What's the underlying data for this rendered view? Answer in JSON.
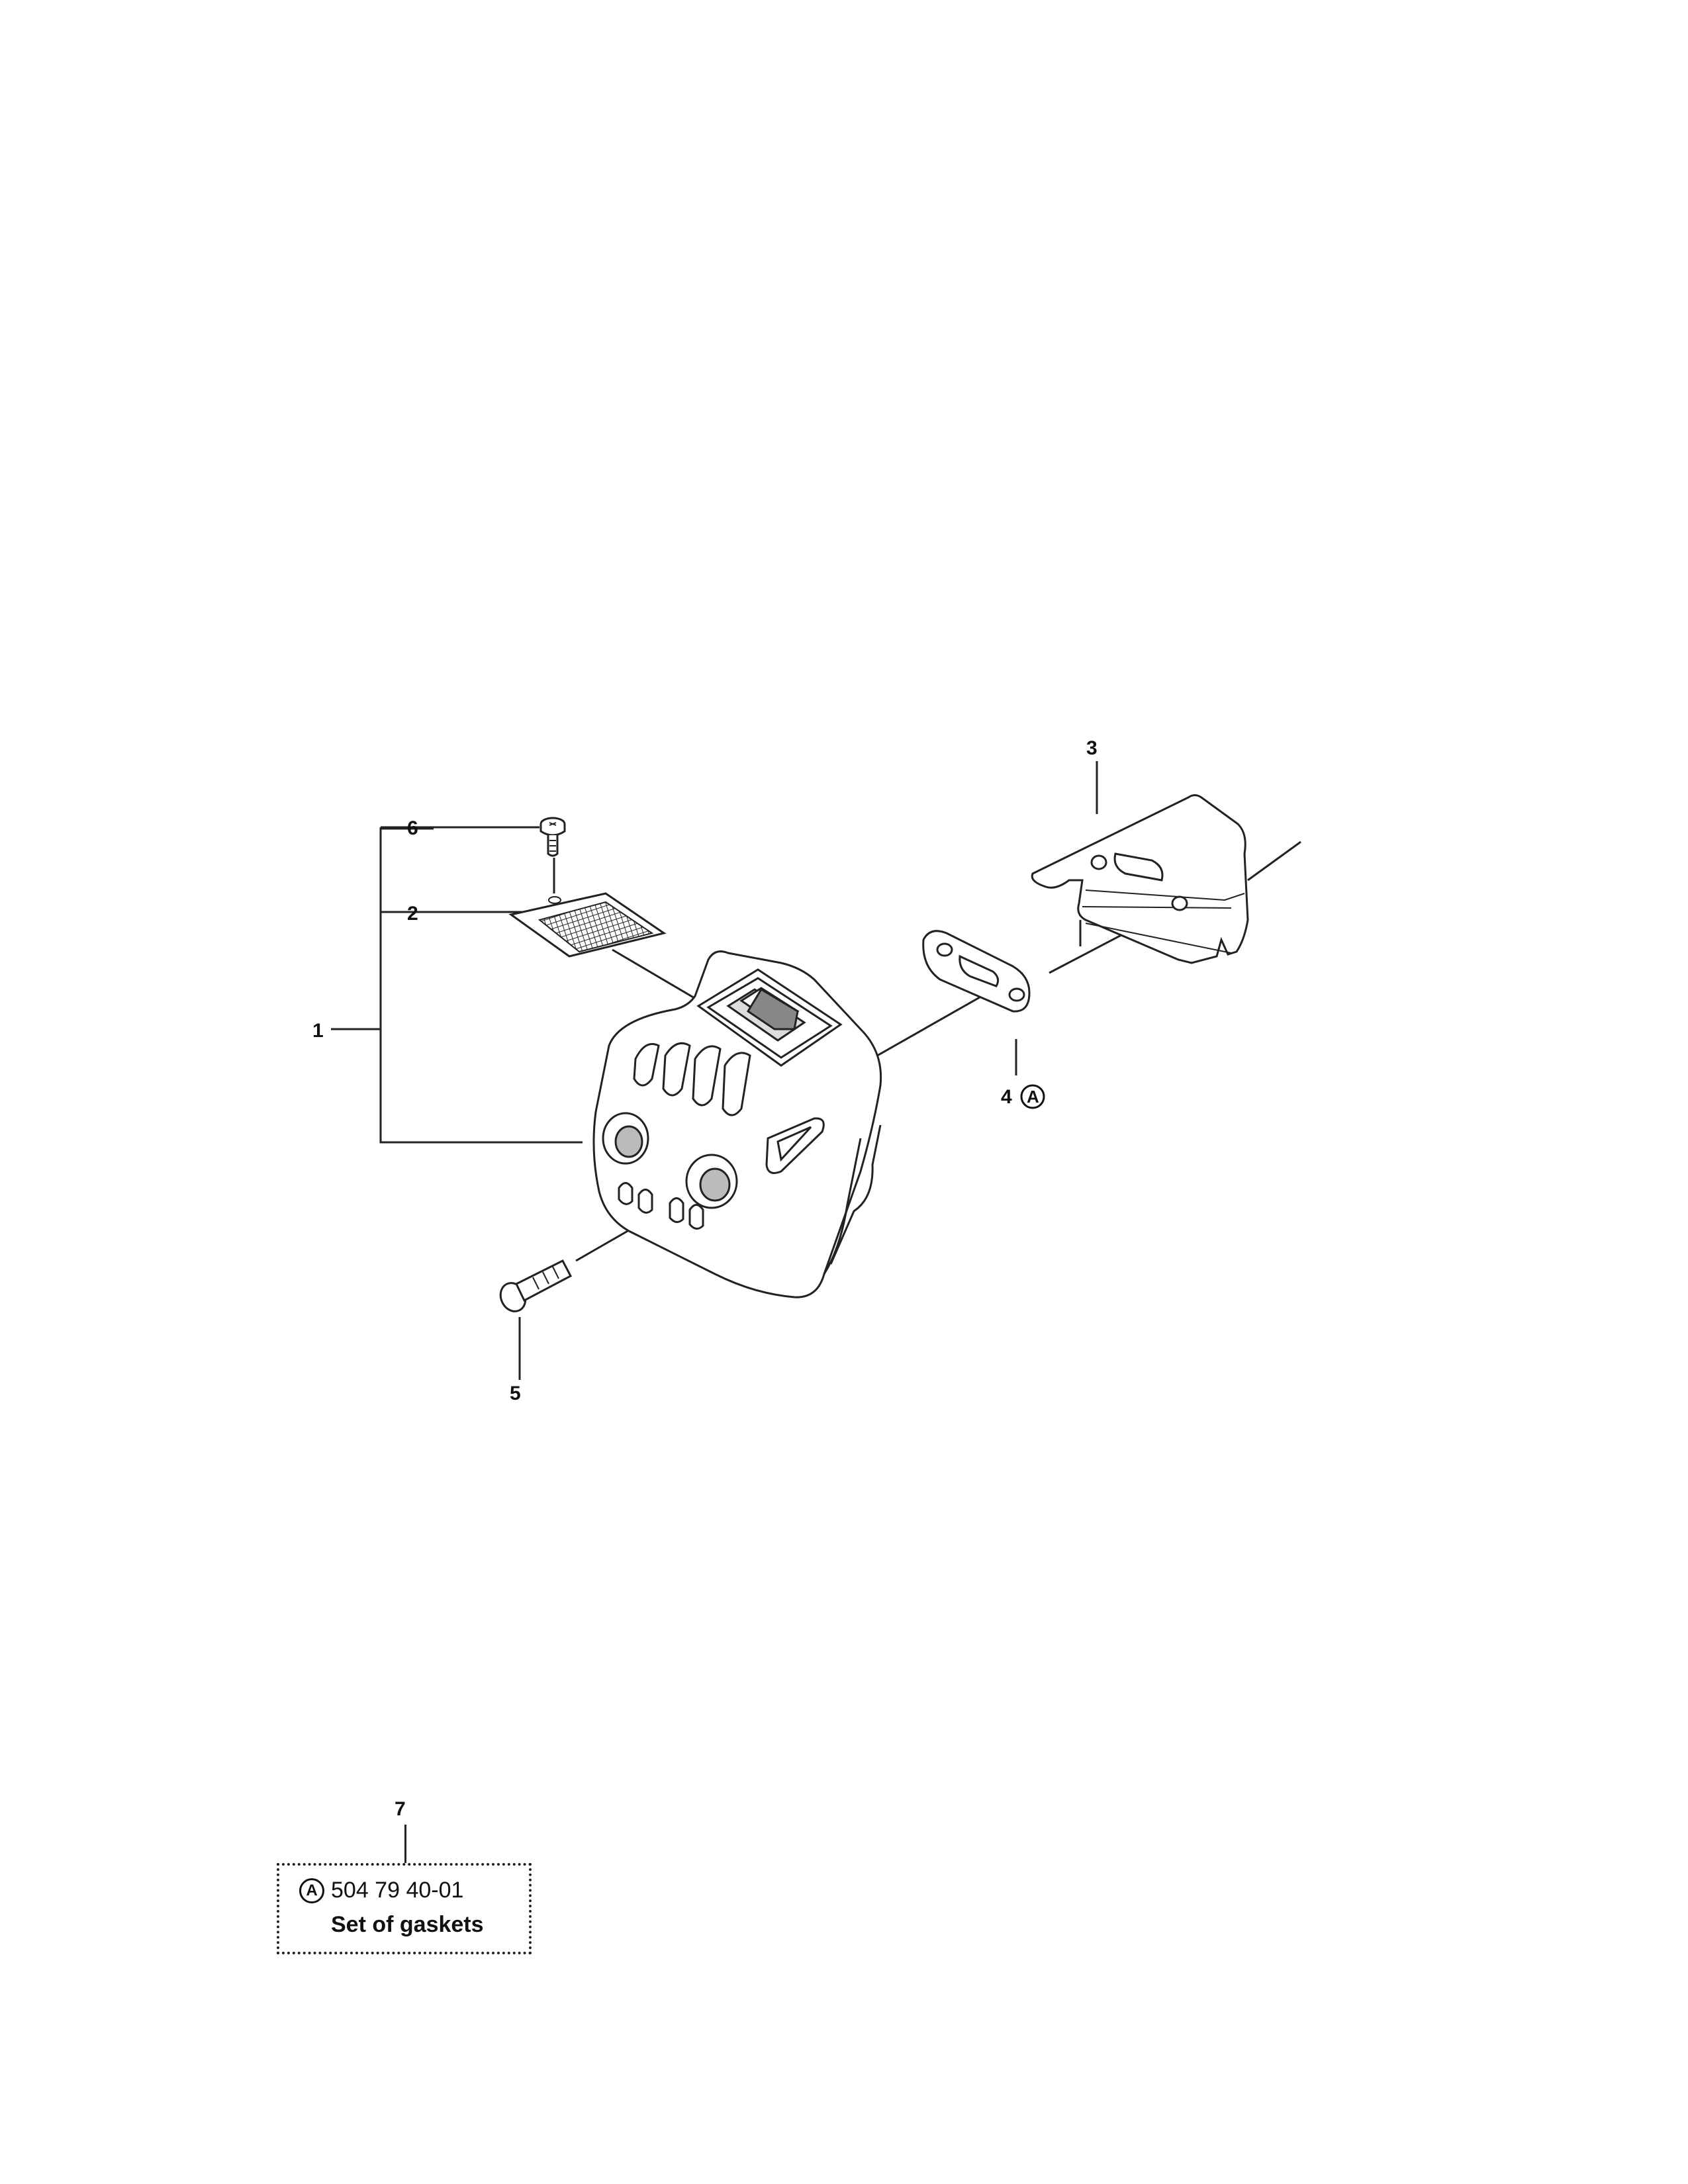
{
  "callouts": {
    "c1": "1",
    "c2": "2",
    "c3": "3",
    "c4": "4",
    "c4_letter": "A",
    "c5": "5",
    "c6": "6",
    "c7": "7"
  },
  "kit": {
    "letter": "A",
    "part_number": "504 79 40-01",
    "description": "Set of gaskets"
  }
}
